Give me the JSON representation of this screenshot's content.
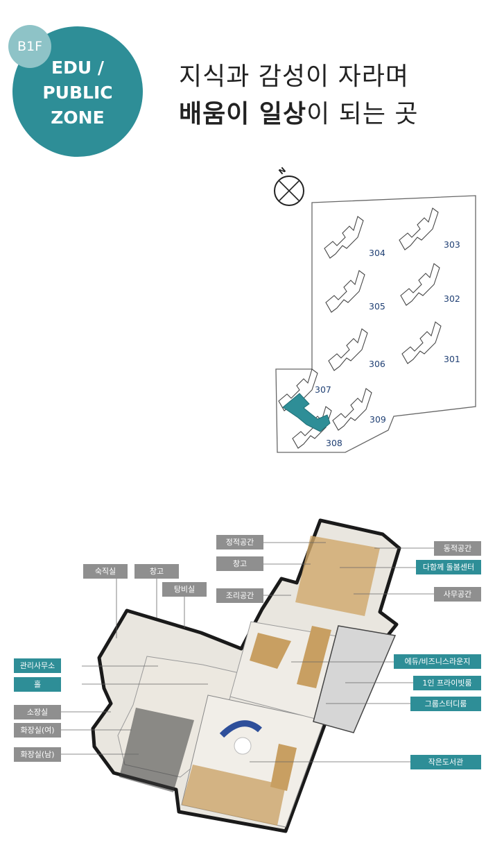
{
  "header": {
    "floor_badge": "B1F",
    "zone_lines": [
      "EDU /",
      "PUBLIC",
      "ZONE"
    ],
    "headline_line1": "지식과 감성이 자라며",
    "headline_line2_strong": "배움이 일상",
    "headline_line2_rest": "이 되는 곳"
  },
  "site_plan": {
    "compass_label": "N",
    "buildings": [
      "304",
      "303",
      "305",
      "302",
      "306",
      "301",
      "307",
      "309",
      "308"
    ],
    "highlight_color": "#2e8e97"
  },
  "floor_plan": {
    "labels_left": [
      {
        "text": "숙직실",
        "style": "gray"
      },
      {
        "text": "창고",
        "style": "gray"
      },
      {
        "text": "탕비실",
        "style": "gray"
      },
      {
        "text": "관리사무소",
        "style": "teal"
      },
      {
        "text": "홀",
        "style": "teal"
      },
      {
        "text": "소장실",
        "style": "gray"
      },
      {
        "text": "화장실(여)",
        "style": "gray"
      },
      {
        "text": "화장실(남)",
        "style": "gray"
      },
      {
        "text": "정적공간",
        "style": "gray"
      },
      {
        "text": "창고",
        "style": "gray"
      },
      {
        "text": "조리공간",
        "style": "gray"
      }
    ],
    "labels_right": [
      {
        "text": "동적공간",
        "style": "gray"
      },
      {
        "text": "다함께 돌봄센터",
        "style": "teal"
      },
      {
        "text": "사무공간",
        "style": "gray"
      },
      {
        "text": "에듀/비즈니스라운지",
        "style": "teal"
      },
      {
        "text": "1인 프라이빗룸",
        "style": "teal"
      },
      {
        "text": "그룹스터디룸",
        "style": "teal"
      },
      {
        "text": "작은도서관",
        "style": "teal"
      }
    ]
  },
  "colors": {
    "teal": "#2e8e97",
    "light_teal": "#8ec3c7",
    "gray_label": "#8f8f8f"
  }
}
